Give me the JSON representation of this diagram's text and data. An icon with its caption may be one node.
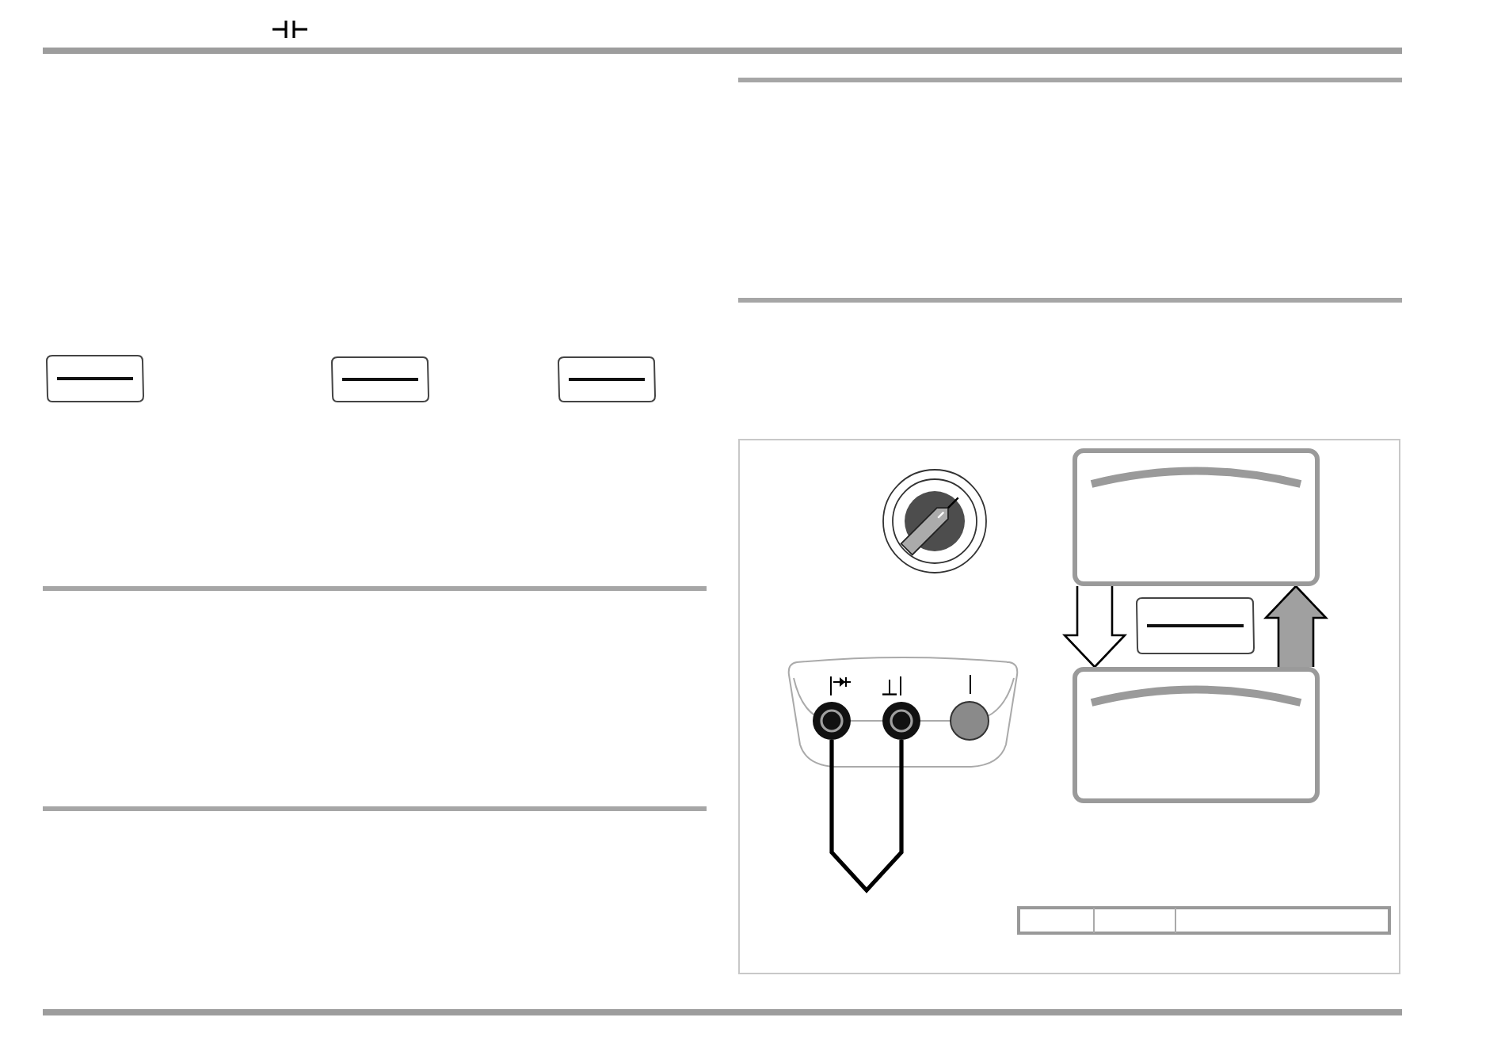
{
  "diagram": {
    "nodes": [
      {
        "text": [],
        "shape": "box"
      },
      {
        "text": [],
        "shape": "box"
      },
      {
        "text": [],
        "shape": "circle"
      },
      {
        "text": [],
        "shape": "circle"
      }
    ],
    "edges": [
      {
        "from": 0,
        "to": 1,
        "arrow": "to"
      },
      {
        "from": 1,
        "to": 0,
        "arrow": "to",
        "color": "#a0a0a0"
      },
      {
        "from": 2,
        "to": 3,
        "arrow": "none"
      }
    ]
  }
}
